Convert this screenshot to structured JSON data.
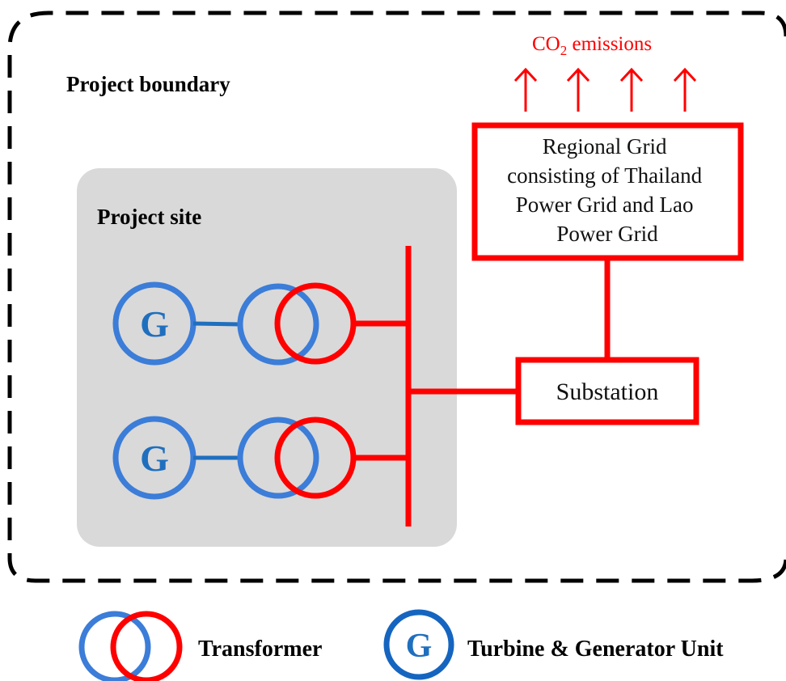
{
  "labels": {
    "project_boundary": "Project boundary",
    "project_site": "Project site",
    "co2_prefix": "CO",
    "co2_subscript": "2",
    "co2_suffix": " emissions",
    "regional_grid_lines": [
      "Regional Grid",
      "consisting of Thailand",
      "Power Grid and Lao",
      "Power Grid"
    ],
    "substation": "Substation",
    "generator_letter": "G"
  },
  "legend": {
    "transformer": "Transformer",
    "turbine_generator": "Turbine & Generator Unit",
    "generator_letter": "G"
  },
  "colors": {
    "generator_blue": "#3b7dd8",
    "generator_dark_blue": "#1565c0",
    "grid_red": "#ff0000",
    "site_gray": "#d9d9d9",
    "boundary": "#000000"
  }
}
